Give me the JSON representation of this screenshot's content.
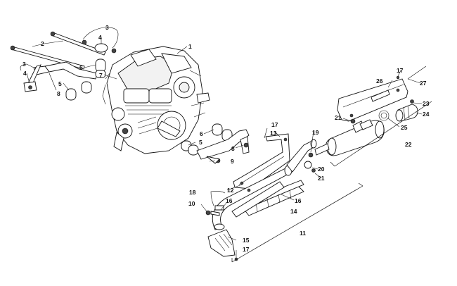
{
  "callouts": {
    "c1": "1",
    "c2": "2",
    "c3a": "3",
    "c3b": "3",
    "c4a": "4",
    "c4b": "4",
    "c5a": "5",
    "c5b": "5",
    "c6a": "6",
    "c6b": "6",
    "c7": "7",
    "c8a": "8",
    "c8b": "8",
    "c9": "9",
    "c10": "10",
    "c11": "11",
    "c12": "12",
    "c13": "13",
    "c14": "14",
    "c15": "15",
    "c16a": "16",
    "c16b": "16",
    "c17a": "17",
    "c17b": "17",
    "c17c": "17",
    "c18": "18",
    "c19": "19",
    "c20": "20",
    "c21a": "21",
    "c21b": "21",
    "c22": "22",
    "c23": "23",
    "c24": "24",
    "c25": "25",
    "c26": "26",
    "c27": "27"
  }
}
